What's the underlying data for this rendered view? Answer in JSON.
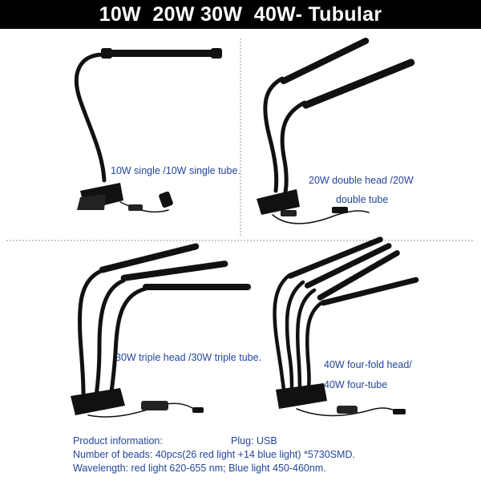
{
  "title": "10W  20W 30W  40W- Tubular",
  "products": [
    {
      "id": "10w",
      "caption_lines": [
        "10W single /10W single tube."
      ]
    },
    {
      "id": "20w",
      "caption_lines": [
        "20W double head /20W",
        "double tube"
      ]
    },
    {
      "id": "30w",
      "caption_lines": [
        "30W triple head /30W triple tube."
      ]
    },
    {
      "id": "40w",
      "caption_lines": [
        "40W four-fold head/",
        "40W four-tube"
      ]
    }
  ],
  "info": {
    "product_information": "Product information:",
    "plug": "Plug: USB",
    "beads": "Number of beads: 40pcs(26 red light +14 blue light) *5730SMD.",
    "wavelength": "Wavelength: red light 620-655 nm; Blue light 450-460nm."
  },
  "colors": {
    "banner_bg": "#000000",
    "banner_text": "#ffffff",
    "caption_text": "#23459a",
    "lamp": "#111111",
    "divider": "#999999"
  }
}
